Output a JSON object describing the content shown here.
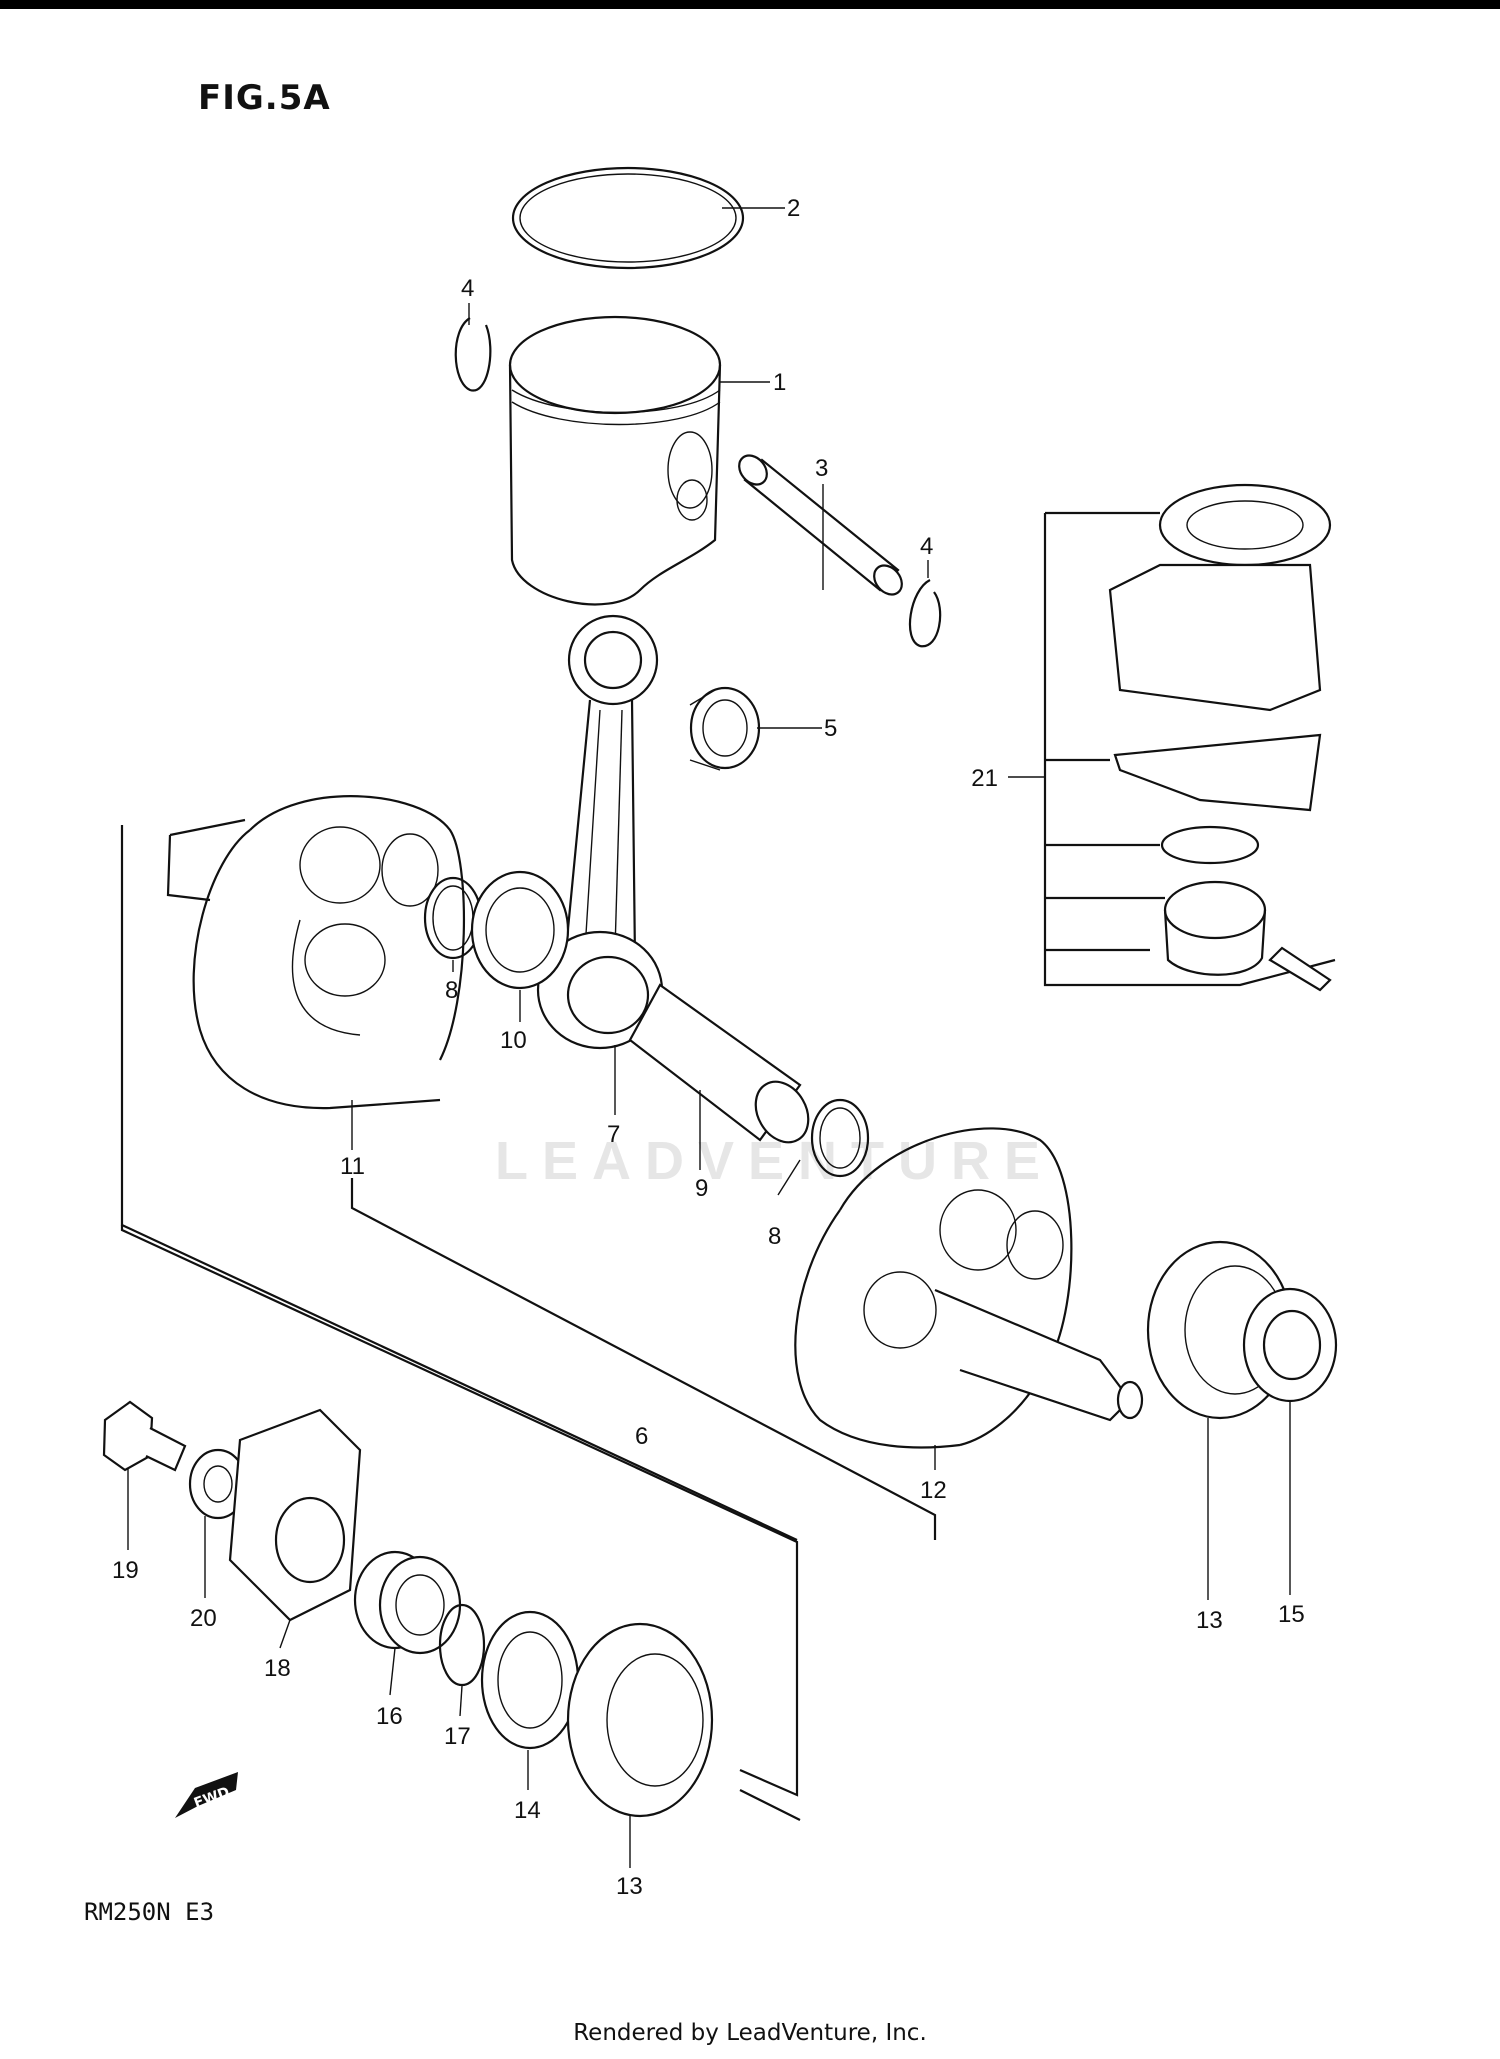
{
  "figure_title": "FIG.5A",
  "model_code": "RM250N E3",
  "footer": "Rendered by LeadVenture, Inc.",
  "watermark": "LEADVENTURE",
  "fwd_label": "FWD",
  "callouts": [
    "1",
    "2",
    "3",
    "4",
    "4",
    "5",
    "6",
    "7",
    "8",
    "8",
    "9",
    "10",
    "11",
    "12",
    "13",
    "13",
    "14",
    "15",
    "16",
    "17",
    "18",
    "19",
    "20",
    "21"
  ]
}
